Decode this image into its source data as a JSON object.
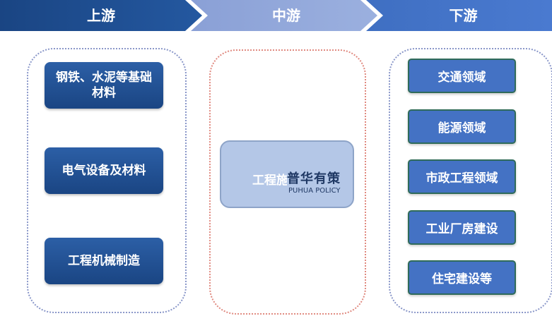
{
  "header": {
    "upstream": "上游",
    "midstream": "中游",
    "downstream": "下游"
  },
  "upstream_items": [
    "钢铁、水泥等基础材料",
    "电气设备及材料",
    "工程机械制造"
  ],
  "midstream_item": "工程施工",
  "watermark": {
    "cn": "普华有策",
    "en": "PUHUA POLICY"
  },
  "downstream_items": [
    "交通领域",
    "能源领域",
    "市政工程领域",
    "工业厂房建设",
    "住宅建设等"
  ],
  "colors": {
    "upstream_header": "#1f4e8c",
    "midstream_header": "#8fa6d8",
    "downstream_header": "#4472c4",
    "upstream_box": "#1f4e8c",
    "midstream_box": "#b4c7e7",
    "downstream_box": "#4472c4"
  }
}
